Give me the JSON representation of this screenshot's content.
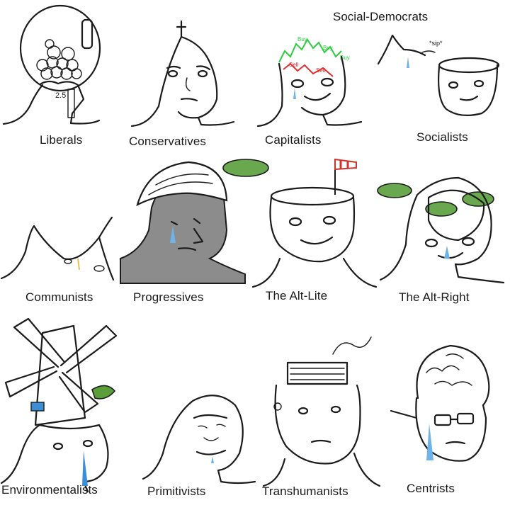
{
  "header": {
    "social_democrats": "Social-Democrats"
  },
  "panels": [
    {
      "label": "Liberals"
    },
    {
      "label": "Conservatives"
    },
    {
      "label": "Capitalists"
    },
    {
      "label": "Socialists"
    },
    {
      "label": "Communists"
    },
    {
      "label": "Progressives"
    },
    {
      "label": "The Alt-Lite"
    },
    {
      "label": "The Alt-Right"
    },
    {
      "label": "Environmentalists"
    },
    {
      "label": "Primitivists"
    },
    {
      "label": "Transhumanists"
    },
    {
      "label": "Centrists"
    }
  ],
  "annotations": {
    "sip": "*sip*",
    "sell_1": "Sell",
    "sell_2": "Sell",
    "buy_1": "Buy",
    "buy_2": "Buy",
    "buy_3": "Buy",
    "number_25": "2.5"
  },
  "colors": {
    "ink": "#1b1b1b",
    "tear": "#6fb4e8",
    "helicopter": "#6aa84f",
    "progressive_skin": "#8c8c8c",
    "stock_up": "#2ecc40",
    "stock_down": "#e03131",
    "windsock_red": "#d0312d"
  }
}
